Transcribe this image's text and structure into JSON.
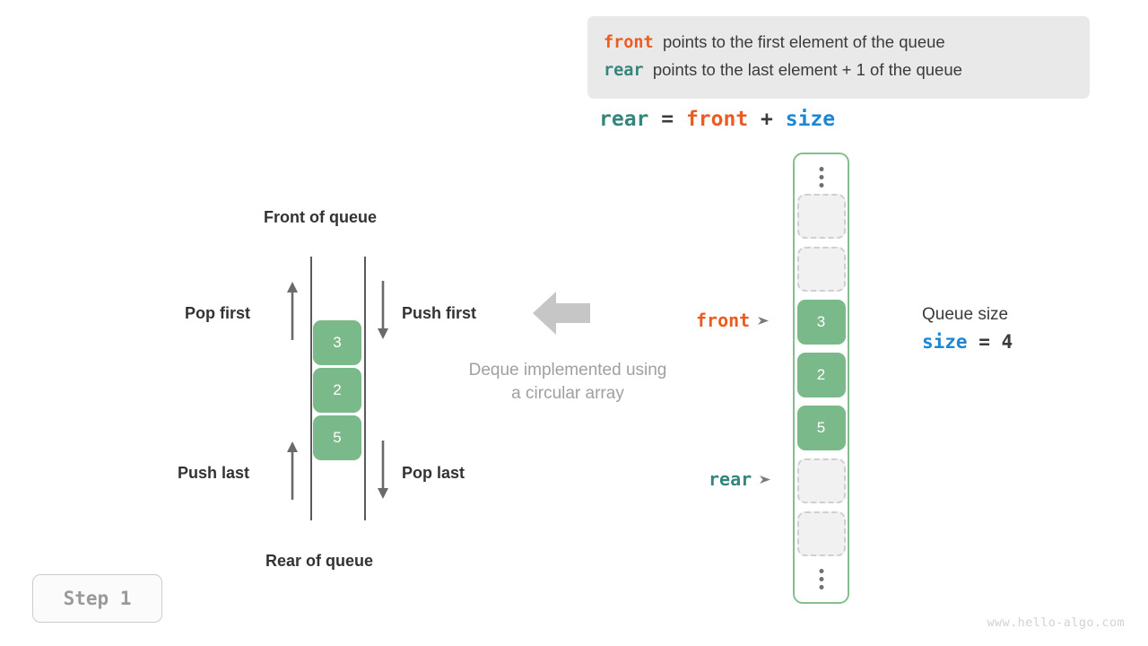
{
  "callout": {
    "lines": [
      {
        "keyword": "front",
        "keyword_color": "#ec5b21",
        "text": "  points to the first element of the queue"
      },
      {
        "keyword": "rear",
        "keyword_color": "#34857c",
        "text": "  points to the last element + 1 of the queue"
      }
    ],
    "background": "#e9e9e9"
  },
  "equation": {
    "lhs": "rear",
    "op1": " = ",
    "rhs1": "front",
    "op2": " + ",
    "rhs2": "size"
  },
  "deque_diagram": {
    "top_label": "Front of queue",
    "bottom_label": "Rear of queue",
    "operations": {
      "pop_first": "Pop first",
      "push_first": "Push first",
      "push_last": "Push last",
      "pop_last": "Pop last"
    },
    "cells": [
      "3",
      "2",
      "5"
    ],
    "cell_color": "#7ab98a"
  },
  "caption": {
    "line1": "Deque implemented using",
    "line2": "a circular array"
  },
  "circular_array": {
    "border_color": "#84bf8f",
    "slots": [
      {
        "value": "",
        "state": "empty"
      },
      {
        "value": "",
        "state": "empty"
      },
      {
        "value": "3",
        "state": "filled"
      },
      {
        "value": "2",
        "state": "filled"
      },
      {
        "value": "5",
        "state": "filled"
      },
      {
        "value": "",
        "state": "empty"
      },
      {
        "value": "",
        "state": "empty"
      }
    ],
    "pointers": {
      "front": {
        "label": "front",
        "color": "#ec5b21",
        "slot_index": 2
      },
      "rear": {
        "label": "rear",
        "color": "#34857c",
        "slot_index": 5
      }
    }
  },
  "queue_size": {
    "title": "Queue size",
    "var": "size",
    "var_color": "#1c87d4",
    "op": " = ",
    "value": "4"
  },
  "step_badge": {
    "label": "Step 1"
  },
  "watermark": {
    "text": "www.hello-algo.com"
  }
}
